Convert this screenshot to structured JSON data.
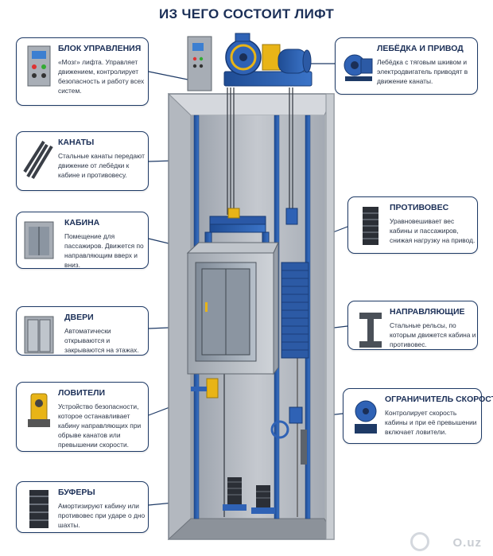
{
  "title": "ИЗ ЧЕГО СОСТОИТ ЛИФТ",
  "components": {
    "control": {
      "title": "БЛОК УПРАВЛЕНИЯ",
      "text": "«Мозг» лифта. Управляет движением, контролирует безопасность и работу всех систем.",
      "icon": "control-cabinet-icon"
    },
    "ropes": {
      "title": "КАНАТЫ",
      "text": "Стальные канаты передают движение от лебёдки к кабине и противовесу.",
      "icon": "steel-rope-icon"
    },
    "cabin": {
      "title": "КАБИНА",
      "text": "Помещение для пассажиров. Движется по направляющим вверх и вниз.",
      "icon": "cabin-icon"
    },
    "doors": {
      "title": "ДВЕРИ",
      "text": "Автоматически открываются и закрываются на этажах.",
      "icon": "doors-icon"
    },
    "catchers": {
      "title": "ЛОВИТЕЛИ",
      "text": "Устройство безопасности, которое останавливает кабину направляющих при обрыве канатов или превышении скорости.",
      "icon": "safety-gear-icon"
    },
    "buffers": {
      "title": "БУФЕРЫ",
      "text": "Амортизируют кабину или противовес при ударе о дно шахты.",
      "icon": "spring-buffer-icon"
    },
    "winch": {
      "title": "ЛЕБЁДКА И ПРИВОД",
      "text": "Лебёдка с тяговым шкивом и электродвигатель приводят в движение канаты.",
      "icon": "winch-motor-icon"
    },
    "counterweight": {
      "title": "ПРОТИВОВЕС",
      "text": "Уравновешивает вес кабины и пассажиров, снижая нагрузку на привод.",
      "icon": "counterweight-icon"
    },
    "guides": {
      "title": "НАПРАВЛЯЮЩИЕ",
      "text": "Стальные рельсы, по которым движется кабина и противовес.",
      "icon": "guide-rail-icon"
    },
    "governor": {
      "title": "ОГРАНИЧИТЕЛЬ СКОРОСТИ",
      "text": "Контролирует скорость кабины и при её превышении включает ловители.",
      "icon": "speed-governor-icon"
    }
  },
  "watermark": "O.uz",
  "colors": {
    "frame": "#1e3a66",
    "blue": "#2f62b5",
    "yellow": "#e8b417",
    "shaft": "#c8ccd2"
  }
}
